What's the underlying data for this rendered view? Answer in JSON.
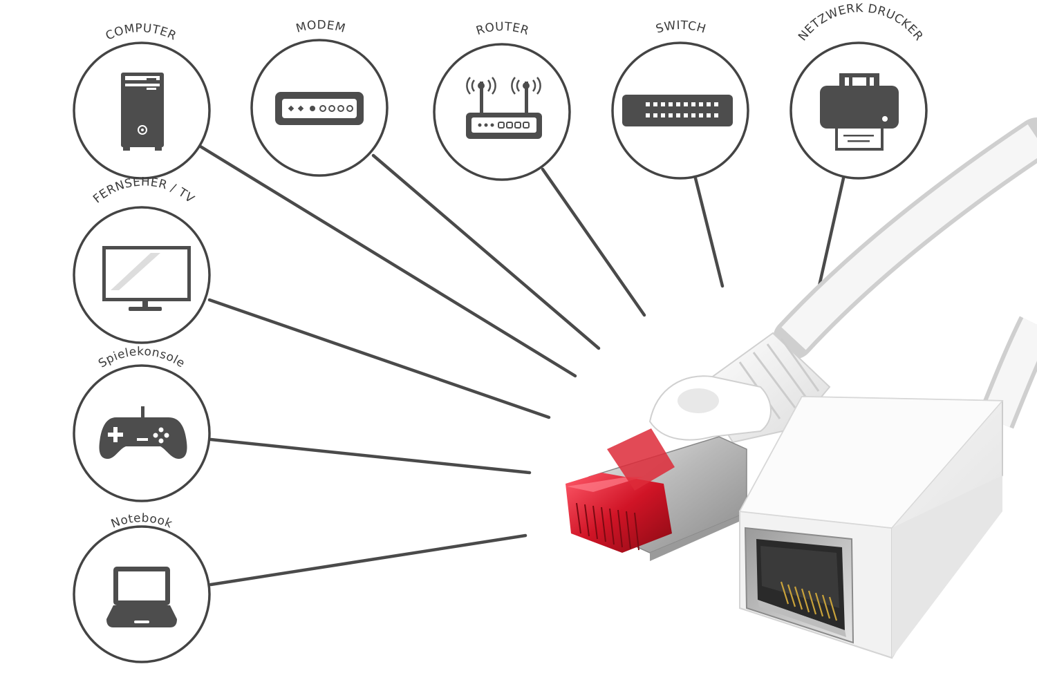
{
  "devices": {
    "computer": {
      "label": "COMPUTER",
      "icon": "computer-tower-icon"
    },
    "modem": {
      "label": "MODEM",
      "icon": "modem-icon"
    },
    "router": {
      "label": "ROUTER",
      "icon": "router-icon"
    },
    "switch": {
      "label": "SWITCH",
      "icon": "network-switch-icon"
    },
    "printer": {
      "label": "NETZWERK DRUCKER",
      "icon": "network-printer-icon"
    },
    "tv": {
      "label": "FERNSEHER / TV",
      "icon": "tv-monitor-icon"
    },
    "console": {
      "label": "Spielekonsole",
      "icon": "gamepad-icon"
    },
    "notebook": {
      "label": "Notebook",
      "icon": "laptop-icon"
    }
  },
  "colors": {
    "line": "#4a4a4a",
    "icon": "#4d4d4d",
    "circle_stroke": "#444444",
    "cable_white": "#f4f4f4",
    "plug_red": "#cc1020",
    "shield_metal": "#b8b8b8"
  }
}
